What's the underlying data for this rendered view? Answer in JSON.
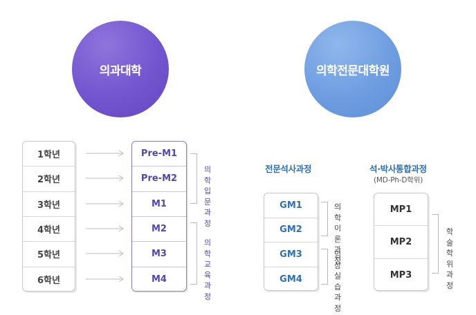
{
  "circles": {
    "left": "의과대학",
    "right": "의학전문대학원"
  },
  "years": [
    "1학년",
    "2학년",
    "3학년",
    "4학년",
    "5학년",
    "6학년"
  ],
  "premed": [
    "Pre-M1",
    "Pre-M2",
    "M1",
    "M2",
    "M3",
    "M4"
  ],
  "premed_groups": [
    {
      "label": [
        "의학",
        "입문",
        "과정"
      ],
      "color": "#5146b8"
    },
    {
      "label": [
        "의학",
        "교육",
        "과정"
      ],
      "color": "#5146b8"
    }
  ],
  "gm": {
    "heading": "전문석사과정",
    "items": [
      "GM1",
      "GM2",
      "GM3",
      "GM4"
    ],
    "groups": [
      {
        "label": [
          "의학",
          "이론",
          "과정"
        ]
      },
      {
        "label": [
          "임상",
          "실습",
          "과정"
        ]
      }
    ]
  },
  "mp": {
    "heading": "석·박사통합과정",
    "subheading": "(MD-Ph-D학위)",
    "items": [
      "MP1",
      "MP2",
      "MP3"
    ],
    "group": {
      "label": [
        "학술",
        "학위",
        "과정"
      ]
    }
  },
  "colors": {
    "purple": "#7355cf",
    "blue": "#6e9de0",
    "heading_blue": "#2d6fba",
    "premed_text": "#5146b8"
  }
}
